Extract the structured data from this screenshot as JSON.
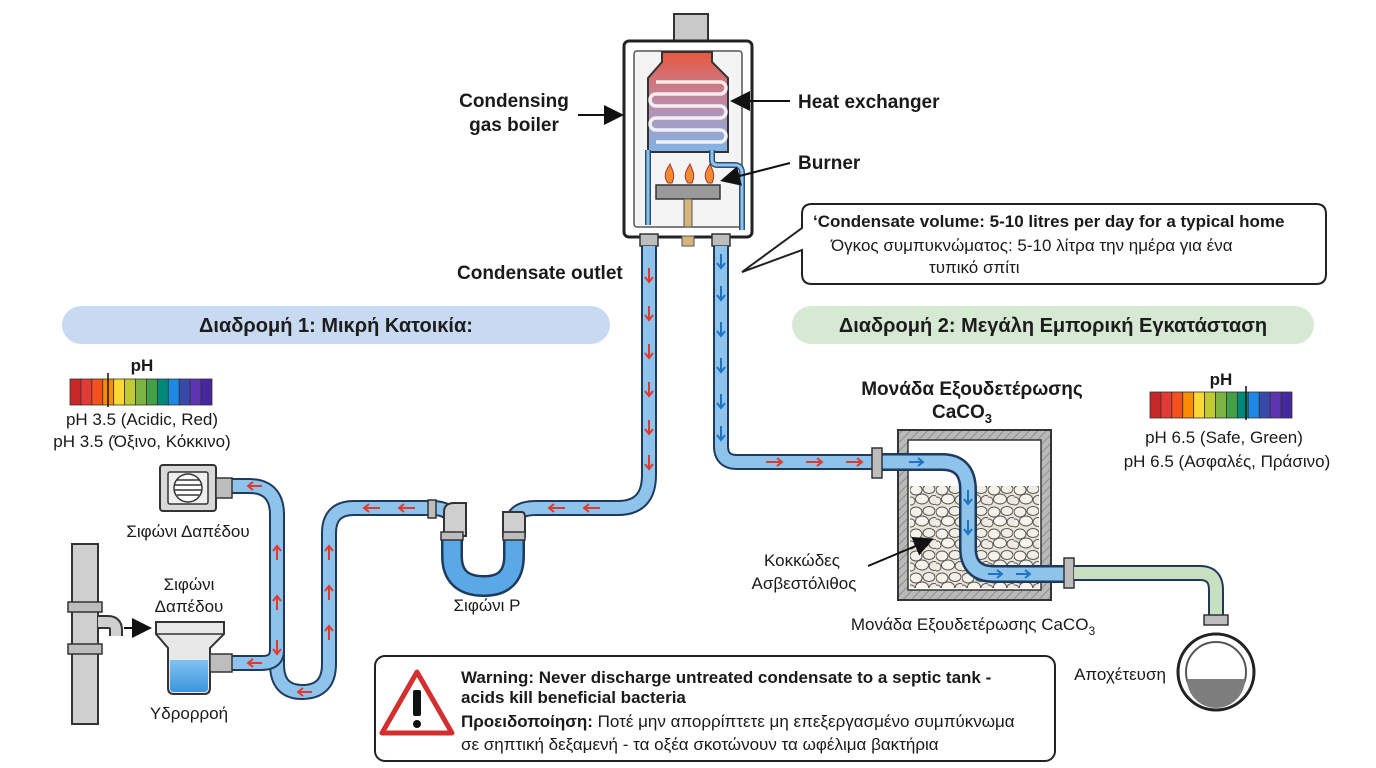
{
  "boiler": {
    "label_line1": "Condensing",
    "label_line2": "gas boiler",
    "heat_exchanger": "Heat exchanger",
    "burner": "Burner",
    "outlet": "Condensate outlet"
  },
  "callout": {
    "line_en": "‘Condensate volume: 5-10 litres per day for a typical home",
    "line_gr1": "Όγκος συμπυκνώματος: 5-10 λίτρα την ημέρα για ένα",
    "line_gr2": "τυπικό σπίτι"
  },
  "route1": {
    "title": "Διαδρομή 1: Μικρή Κατοικία:",
    "ph_title": "pH",
    "ph_en": "pH 3.5 (Acidic, Red)",
    "ph_gr": "pH 3.5 (Όξινο, Κόκκινο)",
    "floor_drain": "Σιφώνι Δαπέδου",
    "floor_drain2_line1": "Σιφώνι",
    "floor_drain2_line2": "Δαπέδου",
    "gutter": "Υδρορροή",
    "p_trap": "Σιφώνι P"
  },
  "route2": {
    "title": "Διαδρομή 2: Μεγάλη Εμπορική Εγκατάσταση",
    "unit_title_line1": "Μονάδα Εξουδετέρωσης",
    "unit_title_line2": "CaCO",
    "unit_title_sub": "3",
    "granules_line1": "Κοκκώδες",
    "granules_line2": "Ασβεστόλιθος",
    "unit_caption": "Μονάδα Εξουδετέρωσης CaCO",
    "unit_caption_sub": "3",
    "ph_title": "pH",
    "ph_en": "pH 6.5 (Safe, Green)",
    "ph_gr": "pH 6.5 (Ασφαλές, Πράσινο)",
    "drain": "Αποχέτευση"
  },
  "warning": {
    "line_en1": "Warning: Never discharge untreated condensate to a septic tank -",
    "line_en2": "acids kill beneficial bacteria",
    "label_gr": "Προειδοποίηση:",
    "line_gr1": " Ποτέ μην απορρίπτετε μη επεξεργασμένο συμπύκνωμα",
    "line_gr2": "σε σηπτική δεξαμενή - τα οξέα σκοτώνουν τα ωφέλιμα βακτήρια"
  },
  "ph_scale_colors": [
    "#c62828",
    "#e53935",
    "#f4511e",
    "#fb8c00",
    "#fdd835",
    "#c0ca33",
    "#7cb342",
    "#43a047",
    "#00897b",
    "#1e88e5",
    "#3949ab",
    "#5e35b1",
    "#4527a0"
  ],
  "colors": {
    "pipe_fill": "#8ec4ec",
    "pipe_stroke": "#1f3a5c",
    "flow_arrow": "#e03a2f",
    "treated_pipe": "#c9e0c0",
    "route1_pill": "#c8daf1",
    "route2_pill": "#d5e9d3"
  }
}
